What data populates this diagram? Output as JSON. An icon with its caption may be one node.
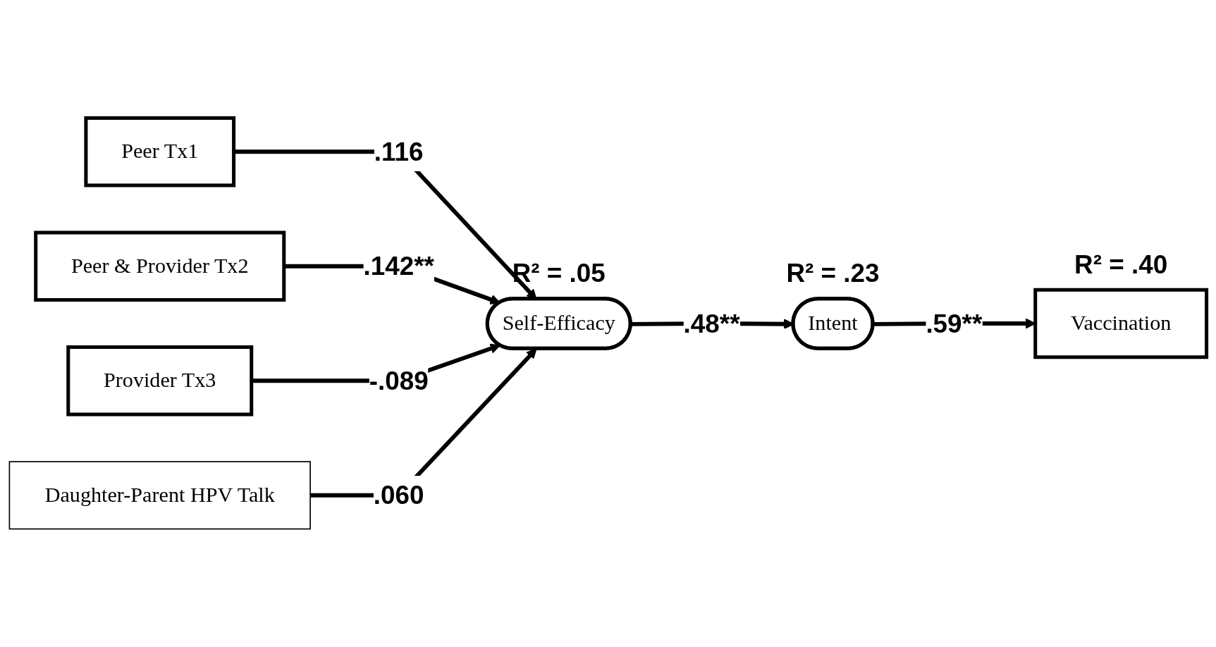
{
  "diagram": {
    "nodes": [
      {
        "text": [
          "Peer Tx1"
        ]
      },
      {
        "text": [
          "Peer & Provider Tx2"
        ]
      },
      {
        "text": [
          "Provider Tx3"
        ]
      },
      {
        "text": [
          "Daughter-Parent HPV Talk"
        ]
      },
      {
        "text": [
          "Self-Efficacy"
        ],
        "beside": [
          "R² = .05"
        ]
      },
      {
        "text": [
          "Intent"
        ],
        "beside": [
          "R² = .23"
        ]
      },
      {
        "text": [
          "Vaccination"
        ],
        "beside": [
          "R² = .40"
        ]
      }
    ],
    "edges": [
      {
        "from": 0,
        "to": 4,
        "arrow": "to",
        "label": ".116"
      },
      {
        "from": 1,
        "to": 4,
        "arrow": "to",
        "label": ".142**"
      },
      {
        "from": 2,
        "to": 4,
        "arrow": "to",
        "label": "-.089"
      },
      {
        "from": 3,
        "to": 4,
        "arrow": "to",
        "label": ".060"
      },
      {
        "from": 4,
        "to": 5,
        "arrow": "to",
        "label": ".48**"
      },
      {
        "from": 5,
        "to": 6,
        "arrow": "to",
        "label": ".59**"
      }
    ]
  }
}
